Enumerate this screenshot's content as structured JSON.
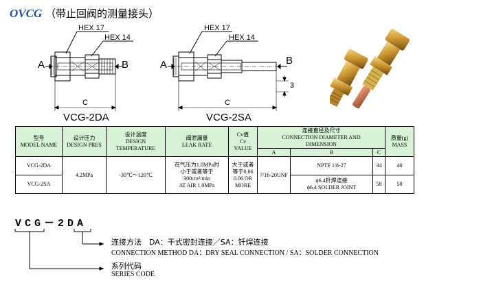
{
  "title": {
    "code": "OVCG",
    "subtitle": "（带止回阀的测量接头）"
  },
  "diagrams": [
    {
      "name": "VCG-2DA",
      "hex_outer": "HEX 17",
      "hex_inner": "HEX 14",
      "left_end": "A",
      "right_end": "B",
      "length": "C"
    },
    {
      "name": "VCG-2SA",
      "hex_outer": "HEX 17",
      "hex_inner": "HEX 14",
      "left_end": "A",
      "right_end": "B",
      "length": "C",
      "tube_offset": "3"
    }
  ],
  "table": {
    "headers": {
      "model": [
        "型号",
        "MODEL NAME"
      ],
      "pressure": [
        "设计压力",
        "DESIGN PRES"
      ],
      "temperature": [
        "设计温度",
        "DESIGN",
        "TEMPERATURE"
      ],
      "leak": [
        "阀泄漏量",
        "LEAK RATE"
      ],
      "cv": [
        "Cv值",
        "Cv VALUE"
      ],
      "connection": [
        "连接直径及尺寸",
        "CONNECTION DIAMETER AND",
        "DIMENSION"
      ],
      "col_a": "A",
      "col_b": "B",
      "col_c": "C",
      "mass": [
        "质量(g)",
        "MASS"
      ]
    },
    "rows": [
      {
        "model": "VCG-2DA",
        "b": "NPTF 1/8-27",
        "c": "34",
        "mass": "40"
      },
      {
        "model": "VCG-2SA",
        "b": [
          "ϕ6.4钎焊连接",
          "ϕ6.4 SOLDER JOINT"
        ],
        "c": "58",
        "mass": "50"
      }
    ],
    "shared": {
      "pressure": "4.2MPa",
      "temperature": "-30℃～120℃",
      "leak": [
        "在气压为1.0MPa时",
        "小于或者等于",
        "300cm³/min",
        "AT AIR 1.0MPa"
      ],
      "cv": [
        "大于或者",
        "等于0.06",
        "0.06 OR",
        "MORE"
      ],
      "a": "7/16-20UNF"
    }
  },
  "code_explain": {
    "code": "VCG－2DA",
    "connection_cn": "连接方法　DA：干式密封连接／SA：钎焊连接",
    "connection_en": "CONNECTION METHOD DA：DRY SEAL  CONNECTION / SA：SOLDER CONNECTION",
    "series_cn": "系列代码",
    "series_en": "SERIES CODE"
  }
}
